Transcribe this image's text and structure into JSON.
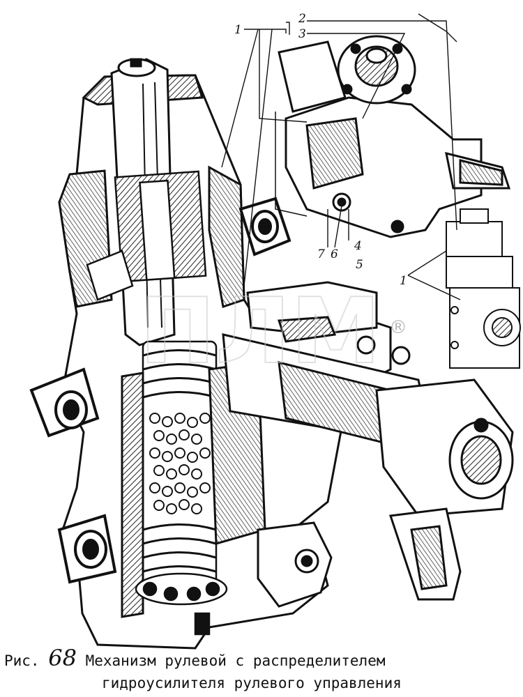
{
  "callouts": [
    "1",
    "2",
    "3",
    "4",
    "5",
    "6",
    "7",
    "1"
  ],
  "watermark": {
    "text": "ПЛМ",
    "symbol": "®"
  },
  "caption": {
    "prefix": "Рис.",
    "number": "68",
    "title_line1": "Механизм рулевой с распределителем",
    "title_line2": "гидроусилителя рулевого управления"
  }
}
